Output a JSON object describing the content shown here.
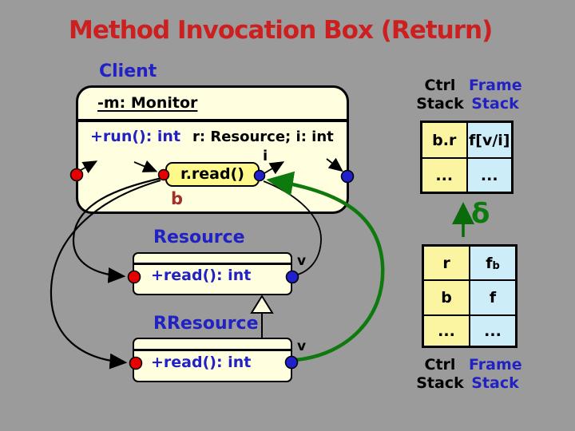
{
  "title": "Method Invocation Box (Return)",
  "client": {
    "label": "Client",
    "attribute": "-m: Monitor",
    "method": "+run(): int",
    "locals": "r: Resource; i: int",
    "call": "r.read()",
    "result_label": "i",
    "box_label": "b"
  },
  "resource": {
    "label": "Resource",
    "method": "+read(): int",
    "value_label": "v"
  },
  "rresource": {
    "label": "RResource",
    "method": "+read(): int",
    "value_label": "v"
  },
  "stacks": {
    "ctrl_header": "Ctrl Stack",
    "frame_header": "Frame Stack",
    "delta": "δ",
    "upper": {
      "rows": [
        {
          "ctrl": "b.r",
          "frame": "f[v/i]"
        },
        {
          "ctrl": "...",
          "frame": "..."
        }
      ]
    },
    "lower": {
      "rows": [
        {
          "ctrl": "r",
          "frame_main": "f",
          "frame_sub": "b"
        },
        {
          "ctrl": "b",
          "frame_main": "f",
          "frame_sub": ""
        },
        {
          "ctrl": "...",
          "frame_main": "...",
          "frame_sub": ""
        }
      ]
    }
  },
  "colors": {
    "background": "#9B9B9B",
    "title_red": "#CC2020",
    "label_blue": "#2222C4",
    "box_cream": "#FFFFDF",
    "call_yellow": "#FFF98C",
    "ctrl_cell_yellow": "#FBF5A2",
    "frame_cell_blue": "#CDEDF9",
    "return_green": "#0E7A0E",
    "delta_green": "#0A6B0A",
    "body_label_red": "#A03028",
    "dot_red": "#E60000",
    "dot_blue": "#2020CC"
  }
}
